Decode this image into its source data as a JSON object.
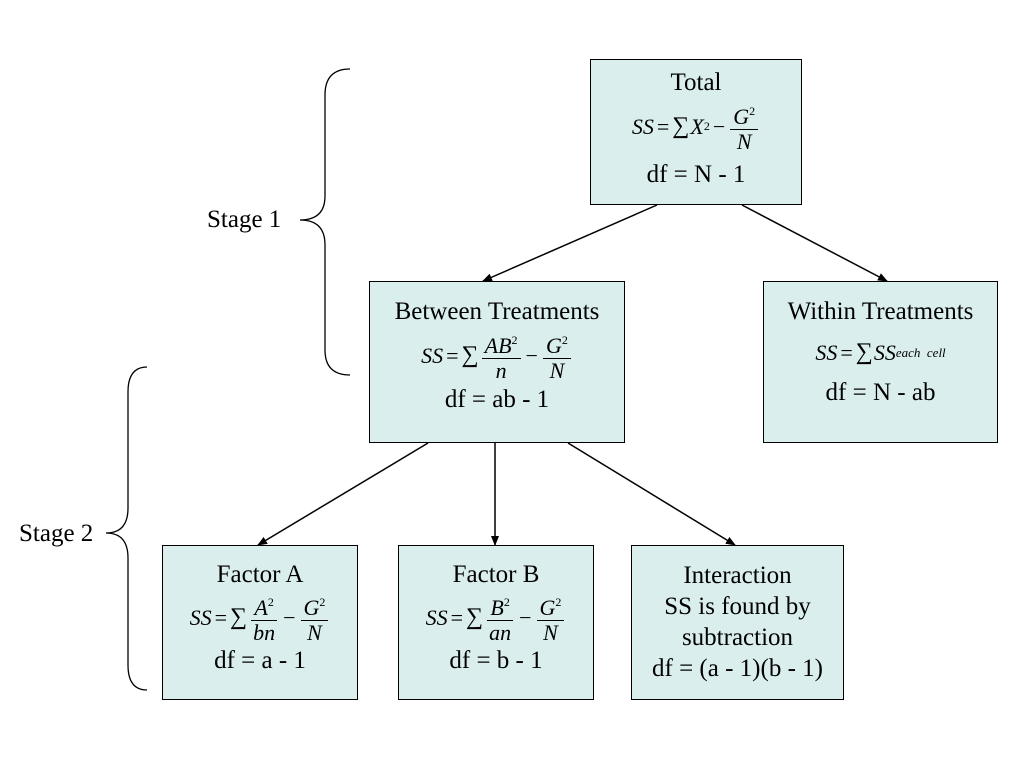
{
  "boxes": {
    "total": {
      "title": "Total",
      "ss": "SS",
      "equals": "=",
      "sigma": "∑",
      "x": "X",
      "exp": "2",
      "minus": "−",
      "g": "G",
      "n": "N",
      "df": "df = N - 1"
    },
    "between": {
      "title": "Between Treatments",
      "ss": "SS",
      "equals": "=",
      "sigma": "∑",
      "ab": "AB",
      "exp": "2",
      "n_small": "n",
      "minus": "−",
      "g": "G",
      "n": "N",
      "df": "df = ab - 1"
    },
    "within": {
      "title": "Within Treatments",
      "ss": "SS",
      "equals": "=",
      "sigma": "∑",
      "ss2": "SS",
      "sub": "each  cell",
      "df": "df = N - ab"
    },
    "factor_a": {
      "title": "Factor A",
      "ss": "SS",
      "equals": "=",
      "sigma": "∑",
      "a": "A",
      "exp": "2",
      "bn": "bn",
      "minus": "−",
      "g": "G",
      "n": "N",
      "df": "df = a - 1"
    },
    "factor_b": {
      "title": "Factor B",
      "ss": "SS",
      "equals": "=",
      "sigma": "∑",
      "b": "B",
      "exp": "2",
      "an": "an",
      "minus": "−",
      "g": "G",
      "n": "N",
      "df": "df = b - 1"
    },
    "interaction": {
      "title": "Interaction",
      "line2": "SS is found by",
      "line3": "subtraction",
      "df": "df = (a - 1)(b - 1)"
    }
  },
  "stages": {
    "stage1": "Stage 1",
    "stage2": "Stage 2"
  }
}
